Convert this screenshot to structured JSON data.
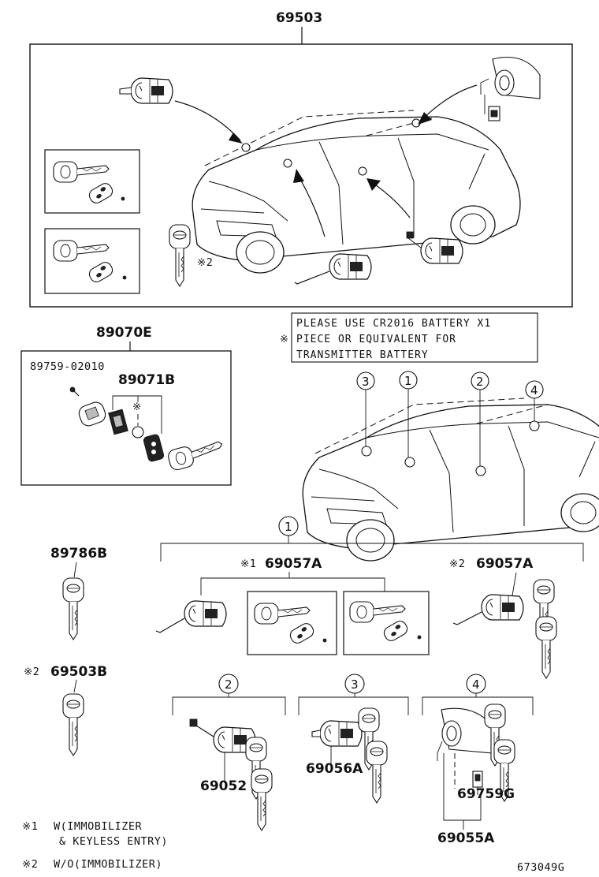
{
  "part_numbers": {
    "main_set": "69503",
    "transmitter_assy": "89070E",
    "screw": "89759-02010",
    "transmitter_housing": "89071B",
    "key_blank": "89786B",
    "key_sub": "69503B",
    "ignition_w": "69057A",
    "ignition_wo": "69057A",
    "door_cyl": "69052",
    "lid_cyl": "69056A",
    "lock_cyl": "69055A",
    "switch": "69759G",
    "diagram_id": "673049G"
  },
  "location_numbers": {
    "one": "1",
    "two": "2",
    "three": "3",
    "four": "4"
  },
  "markers": {
    "ref_mark": "※",
    "ref1": "※1",
    "ref2": "※2"
  },
  "battery_note": {
    "line1": "PLEASE USE CR2016  BATTERY  X1",
    "line2": "PIECE  OR EQUIVALENT FOR",
    "line3": "TRANSMITTER BATTERY"
  },
  "footnotes": {
    "note1_mark": "※1",
    "note1_line1": "W(IMMOBILIZER",
    "note1_line2": "& KEYLESS ENTRY)",
    "note2_mark": "※2",
    "note2_text": "W/O(IMMOBILIZER)"
  }
}
